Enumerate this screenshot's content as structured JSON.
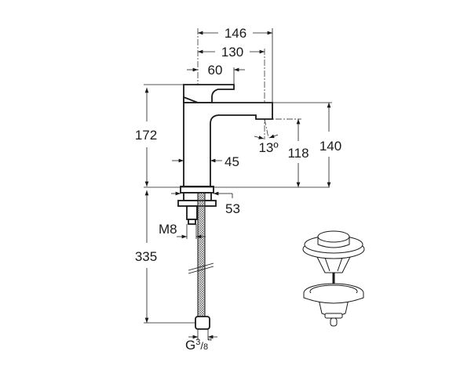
{
  "dimensions": {
    "overall_reach": "146",
    "spout_center": "130",
    "handle_reach": "60",
    "height": "172",
    "spout_height": "140",
    "outlet_height": "118",
    "outlet_angle": "13º",
    "body_width": "45",
    "base_diameter": "53",
    "stud_thread": "M8",
    "hose_length": "335",
    "hose_connection_main": "G",
    "hose_connection_fraction_num": "3",
    "hose_connection_fraction_den": "8",
    "hose_connection_unit": "\""
  },
  "colors": {
    "line": "#1a1a1a",
    "background": "#ffffff"
  }
}
